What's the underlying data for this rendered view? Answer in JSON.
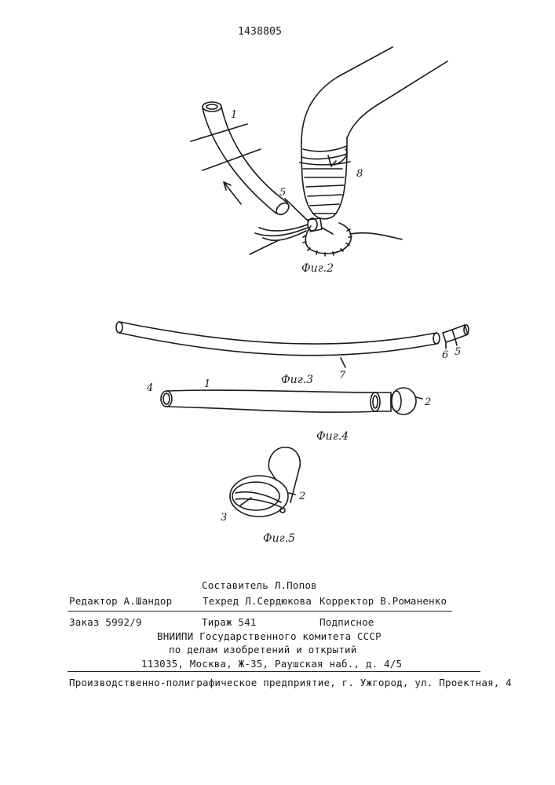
{
  "patent_number": "1438805",
  "figures": {
    "fig2": {
      "caption": "Фиг.2",
      "labels": [
        "1",
        "5",
        "8"
      ]
    },
    "fig3": {
      "caption": "Фиг.3",
      "labels": [
        "7",
        "6",
        "5"
      ]
    },
    "fig4": {
      "caption": "Фиг.4",
      "labels": [
        "4",
        "1",
        "2"
      ]
    },
    "fig5": {
      "caption": "Фиг.5",
      "labels": [
        "2",
        "3"
      ]
    }
  },
  "imprint": {
    "compiler": "Составитель Л.Попов",
    "editor": "Редактор А.Шандор",
    "techred": "Техред Л.Сердюкова",
    "corrector": "Корректор В.Романенко",
    "order": "Заказ 5992/9",
    "circulation": "Тираж 541",
    "subscription": "Подписное",
    "org_line1": "ВНИИПИ Государственного комитета СССР",
    "org_line2": "по делам изобретений и открытий",
    "address": "113035, Москва, Ж-35, Раушская наб., д. 4/5",
    "printer": "Производственно-полиграфическое предприятие, г. Ужгород, ул. Проектная, 4"
  }
}
